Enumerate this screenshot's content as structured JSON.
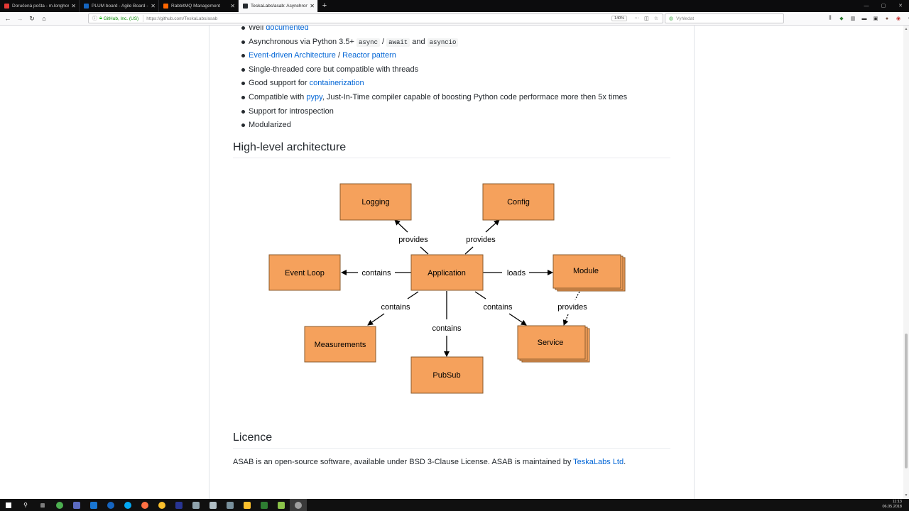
{
  "browser": {
    "tabs": [
      {
        "title": "Doručená pošta - m.longhorn@...",
        "favicon_color": "#e53935",
        "active": false
      },
      {
        "title": "PLUM board - Agile Board - Te...",
        "favicon_color": "#1565c0",
        "active": false
      },
      {
        "title": "RabbitMQ Management",
        "favicon_color": "#ff6600",
        "active": false
      },
      {
        "title": "TeskaLabs/asab: Asynchronous...",
        "favicon_color": "#24292e",
        "active": true
      }
    ],
    "new_tab_label": "+",
    "back_label": "←",
    "forward_label": "→",
    "reload_label": "↻",
    "home_label": "⌂",
    "identity": "GitHub, Inc. (US)",
    "url": "https://github.com/TeskaLabs/asab",
    "zoom": "140%",
    "search_placeholder": "Vyhledat"
  },
  "readme": {
    "features": [
      {
        "parts": [
          {
            "t": "Well "
          },
          {
            "t": "documented",
            "link": true
          }
        ]
      },
      {
        "parts": [
          {
            "t": "Asynchronous via Python 3.5+ "
          },
          {
            "t": "async",
            "code": true
          },
          {
            "t": " / "
          },
          {
            "t": "await",
            "code": true
          },
          {
            "t": " and "
          },
          {
            "t": "asyncio",
            "code": true
          }
        ]
      },
      {
        "parts": [
          {
            "t": "Event-driven Architecture",
            "link": true
          },
          {
            "t": " / "
          },
          {
            "t": "Reactor pattern",
            "link": true
          }
        ]
      },
      {
        "parts": [
          {
            "t": "Single-threaded core but compatible with threads"
          }
        ]
      },
      {
        "parts": [
          {
            "t": "Good support for "
          },
          {
            "t": "containerization",
            "link": true
          }
        ]
      },
      {
        "parts": [
          {
            "t": "Compatible with "
          },
          {
            "t": "pypy",
            "link": true
          },
          {
            "t": ", Just-In-Time compiler capable of boosting Python code performace more then 5x times"
          }
        ]
      },
      {
        "parts": [
          {
            "t": "Support for introspection"
          }
        ]
      },
      {
        "parts": [
          {
            "t": "Modularized"
          }
        ]
      }
    ],
    "architecture_heading": "High-level architecture",
    "licence_heading": "Licence",
    "licence_text": "ASAB is an open-source software, available under BSD 3-Clause License. ASAB is maintained by ",
    "licence_link": "TeskaLabs Ltd",
    "licence_end": "."
  },
  "diagram": {
    "box_color": "#f5a15c",
    "nodes": {
      "logging": "Logging",
      "config": "Config",
      "event_loop": "Event Loop",
      "application": "Application",
      "module": "Module",
      "measurements": "Measurements",
      "pubsub": "PubSub",
      "service": "Service"
    },
    "edges": {
      "provides_logging": "provides",
      "provides_config": "provides",
      "contains_loop": "contains",
      "loads_module": "loads",
      "contains_measurements": "contains",
      "contains_pubsub": "contains",
      "contains_service": "contains",
      "provides_service": "provides"
    }
  },
  "taskbar": {
    "time": "11:13",
    "date": "06.05.2018"
  }
}
